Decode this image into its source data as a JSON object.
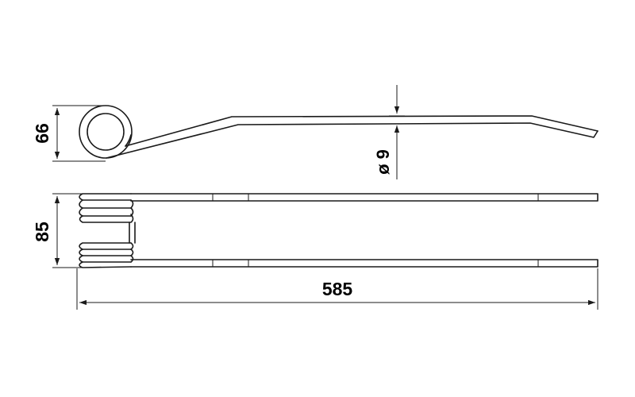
{
  "drawing": {
    "dimensions": {
      "coil_height": "66",
      "wire_diameter": "ø 9",
      "overall_width": "85",
      "overall_length": "585"
    }
  }
}
